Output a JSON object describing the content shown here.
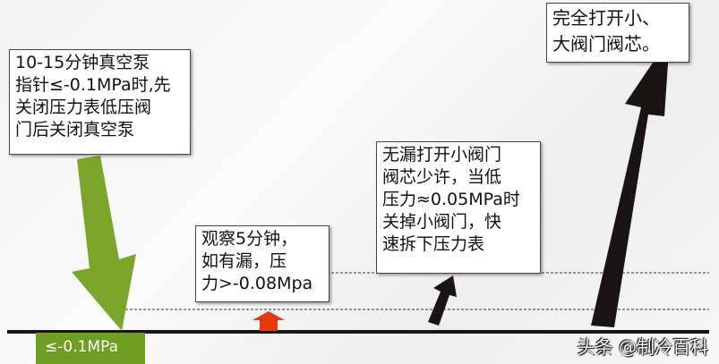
{
  "boxes": {
    "step1": "10-15分钟真空泵\n指针≤-0.1MPa时,先\n关闭压力表低压阀\n门后关闭真空泵",
    "step2": "观察5分钟，\n如有漏，压\n力>-0.08Mpa",
    "step3": "无漏打开小阀门\n阀芯少许，当低\n压力≈0.05MPa时\n关掉小阀门，快\n速拆下压力表",
    "step4": "完全打开小、\n大阀门阀芯。"
  },
  "baseline_label": "≤-0.1MPa",
  "watermark": "头条 @制冷百科",
  "colors": {
    "green_arrow": "#7aa62a",
    "red_arrow": "#e8380d",
    "black_arrow": "#1a1514",
    "baseline": "#1a1514"
  }
}
